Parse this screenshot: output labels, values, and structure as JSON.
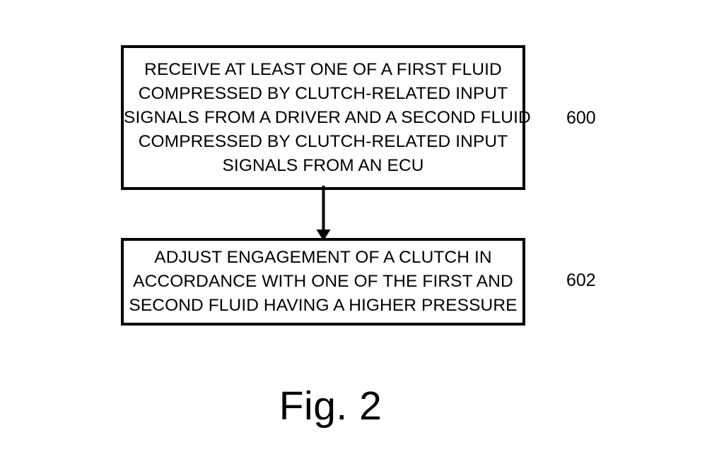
{
  "figure": {
    "caption": "Fig. 2",
    "background_color": "#ffffff",
    "line_color": "#000000"
  },
  "flowchart": {
    "steps": [
      {
        "ref": "600",
        "lines": [
          "RECEIVE AT LEAST ONE OF A FIRST FLUID",
          "COMPRESSED BY CLUTCH-RELATED INPUT",
          "SIGNALS FROM A DRIVER AND A SECOND FLUID",
          "COMPRESSED BY CLUTCH-RELATED INPUT",
          "SIGNALS FROM AN ECU"
        ]
      },
      {
        "ref": "602",
        "lines": [
          "ADJUST ENGAGEMENT OF A CLUTCH IN",
          "ACCORDANCE WITH ONE OF THE FIRST AND",
          "SECOND FLUID HAVING A HIGHER PRESSURE"
        ]
      }
    ],
    "connectors": [
      {
        "from_ref": "600",
        "to_ref": "602",
        "direction": "down",
        "arrowhead": "solid-triangle"
      }
    ]
  }
}
